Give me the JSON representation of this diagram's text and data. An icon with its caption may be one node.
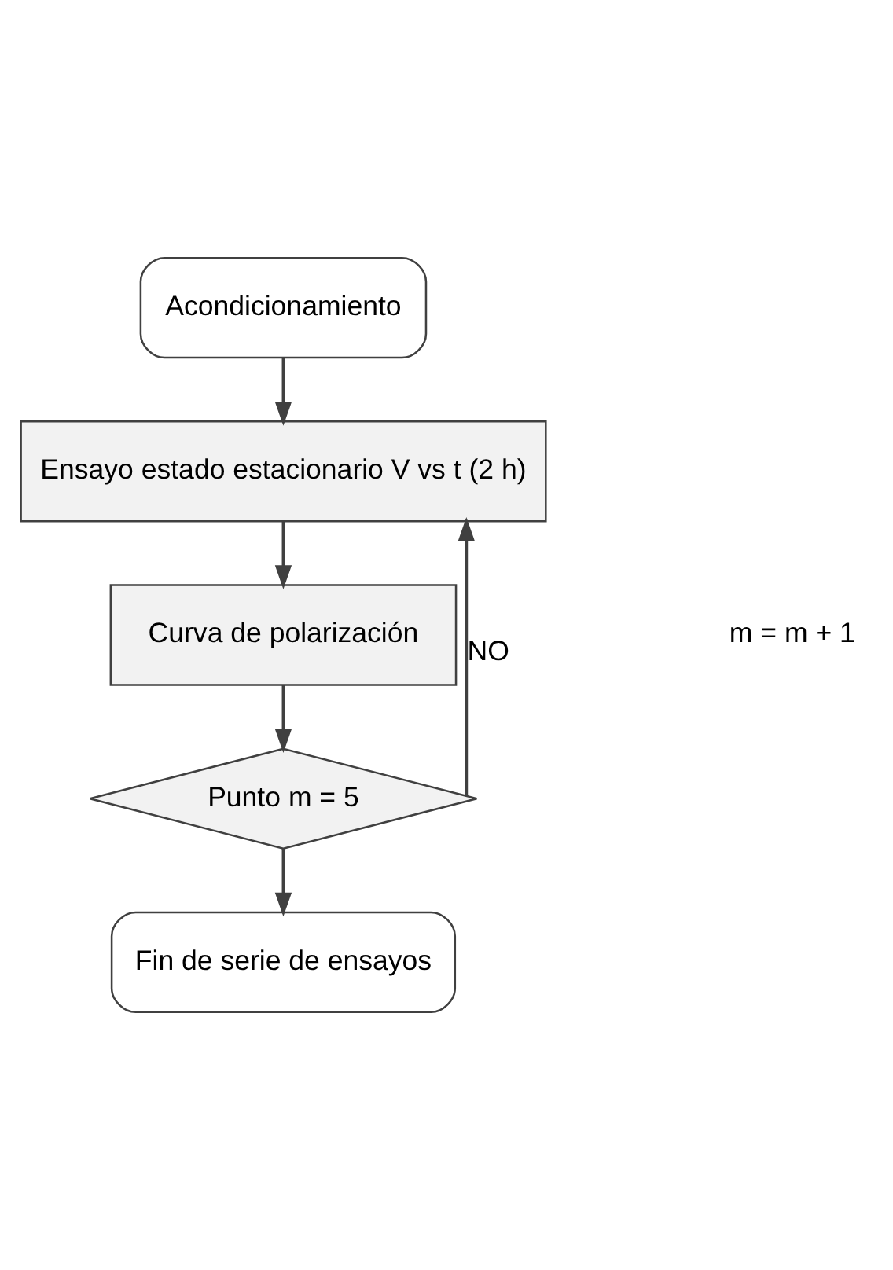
{
  "diagram": {
    "nodes": [
      {
        "text": [
          "Acondicionamiento"
        ]
      },
      {
        "text": [
          "Ensayo estado estacionario V vs t (2 h)"
        ]
      },
      {
        "text": [
          "Curva de polarización"
        ]
      },
      {
        "text": [
          "Punto m = 5"
        ]
      },
      {
        "text": [
          "Fin de serie de ensayos"
        ]
      }
    ],
    "edges": [
      {
        "from": 0,
        "to": 1,
        "arrow": "to"
      },
      {
        "from": 1,
        "to": 2,
        "arrow": "to"
      },
      {
        "from": 2,
        "to": 3,
        "arrow": "to"
      },
      {
        "from": 3,
        "to": 1,
        "arrow": "to",
        "label": "NO"
      },
      {
        "from": 3,
        "to": 4,
        "arrow": "to"
      }
    ],
    "labels": [
      "m = m + 1"
    ]
  }
}
